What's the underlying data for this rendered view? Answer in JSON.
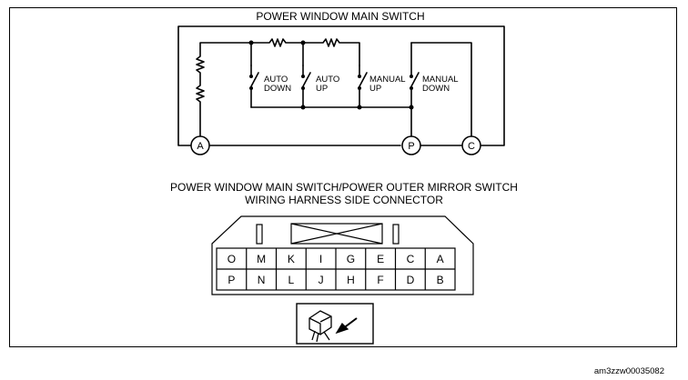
{
  "switch_title": "POWER WINDOW MAIN SWITCH",
  "switch_labels": {
    "auto_down": [
      "AUTO",
      "DOWN"
    ],
    "auto_up": [
      "AUTO",
      "UP"
    ],
    "manual_up": [
      "MANUAL",
      "UP"
    ],
    "manual_down": [
      "MANUAL",
      "DOWN"
    ]
  },
  "terminals": {
    "a": "A",
    "p": "P",
    "c": "C"
  },
  "connector_title": [
    "POWER WINDOW MAIN SWITCH/POWER OUTER MIRROR SWITCH",
    "WIRING HARNESS SIDE CONNECTOR"
  ],
  "connector_pins": {
    "top_row": [
      "O",
      "M",
      "K",
      "I",
      "G",
      "E",
      "C",
      "A"
    ],
    "bottom_row": [
      "P",
      "N",
      "L",
      "J",
      "H",
      "F",
      "D",
      "B"
    ]
  },
  "connector_view_icon": "harness-connector-view-icon",
  "image_code": "am3zzw00035082",
  "colors": {
    "line": "#000000",
    "background": "#ffffff"
  }
}
